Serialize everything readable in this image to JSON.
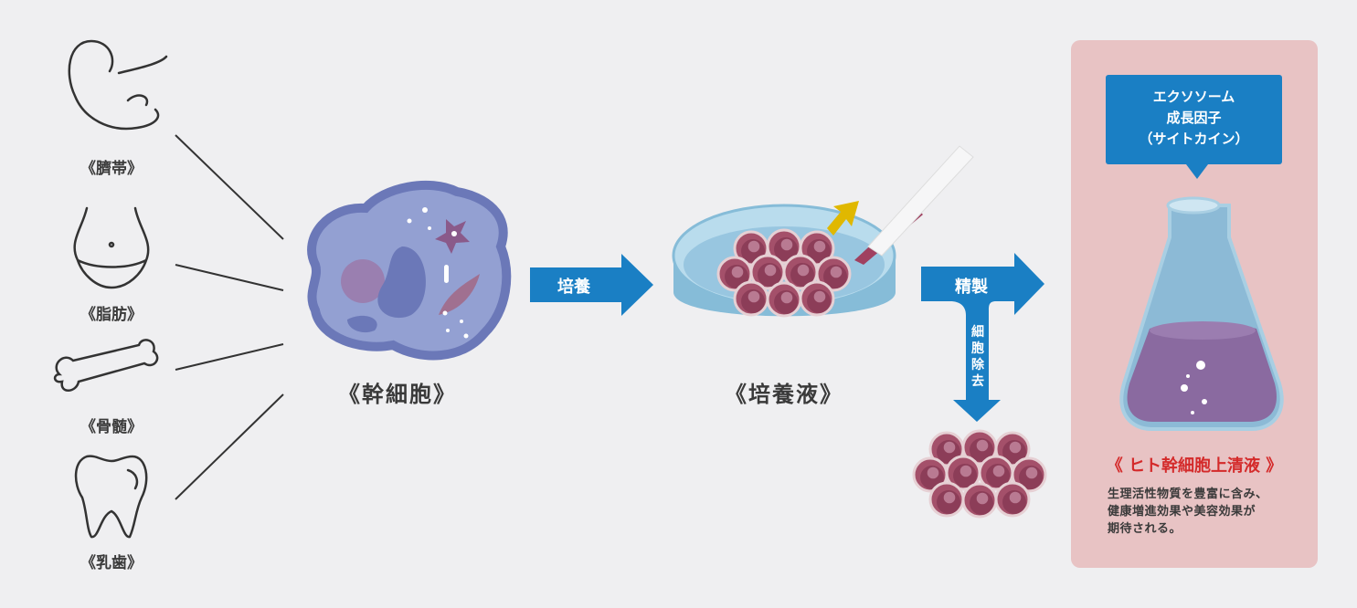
{
  "sources": [
    {
      "label": "《臍帯》",
      "icon": "fetus-icon"
    },
    {
      "label": "《脂肪》",
      "icon": "abdomen-icon"
    },
    {
      "label": "《骨髄》",
      "icon": "bone-icon"
    },
    {
      "label": "《乳歯》",
      "icon": "tooth-icon"
    }
  ],
  "stem_cell": {
    "label": "《幹細胞》"
  },
  "culture_arrow": {
    "label": "培養"
  },
  "culture_medium": {
    "label": "《培養液》"
  },
  "purify_arrow": {
    "label": "精製",
    "branch_label": [
      "細",
      "胞",
      "除",
      "去"
    ]
  },
  "result": {
    "bubble": [
      "エクソソーム",
      "成長因子",
      "（サイトカイン）"
    ],
    "title": "《 ヒト幹細胞上清液 》",
    "description": [
      "生理活性物質を豊富に含み、",
      "健康増進効果や美容効果が",
      "期待される。"
    ]
  },
  "colors": {
    "background": "#efeff1",
    "arrow": "#1a7fc4",
    "panel": "#e8c3c4",
    "accent": "#d42a2a",
    "cell": "#a4506a"
  }
}
